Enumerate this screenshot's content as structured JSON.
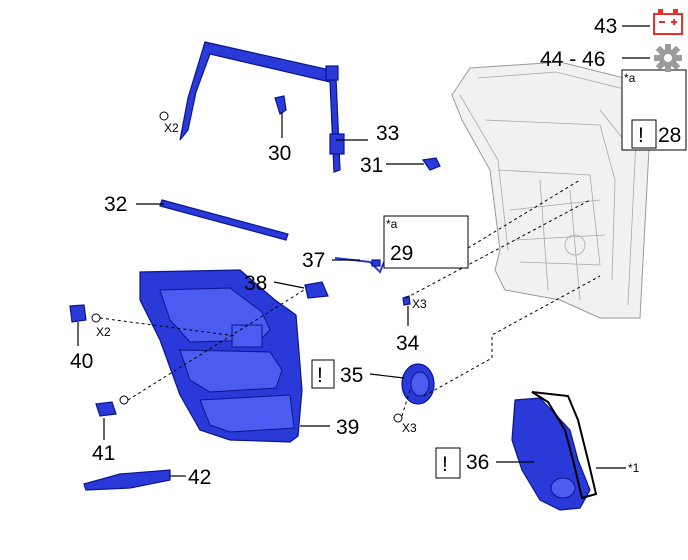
{
  "callouts": {
    "c43": "43",
    "c44_46": "44 - 46",
    "c28": "28",
    "c29": "29",
    "c30": "30",
    "c31": "31",
    "c32": "32",
    "c33": "33",
    "c34": "34",
    "c35": "35",
    "c36": "36",
    "c37": "37",
    "c38": "38",
    "c39": "39",
    "c40": "40",
    "c41": "41",
    "c42": "42"
  },
  "notes": {
    "star_a_1": "*a",
    "star_a_2": "*a",
    "star_1": "*1",
    "x2_top": "X2",
    "x2_left": "X2",
    "x3_34": "X3",
    "x3_35": "X3",
    "caution": "!"
  },
  "icons": {
    "battery": "battery-icon",
    "gear": "gear-icon",
    "battery_color": "#e8312a",
    "gear_color": "#9b9b9b",
    "part_color": "#2a3ad8"
  }
}
